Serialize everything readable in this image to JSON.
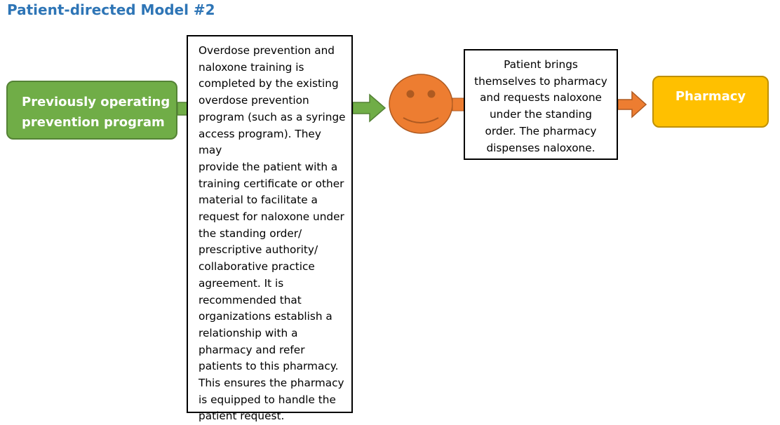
{
  "title": "Patient-directed Model #2",
  "nodes": {
    "program": {
      "label_line1": "Previously operating",
      "label_line2": "prevention program"
    },
    "training": {
      "lines": [
        "Overdose prevention and",
        "naloxone training is",
        "completed by the existing",
        "overdose prevention",
        "program (such as a syringe",
        "access program). They may",
        "provide the patient with a",
        "training certificate or other",
        "material to facilitate a",
        "request for naloxone under",
        "the standing order/",
        "prescriptive authority/",
        "collaborative practice",
        "agreement. It is",
        "recommended that",
        "organizations establish a",
        "relationship with a",
        "pharmacy and refer",
        "patients to this pharmacy.",
        "This ensures the pharmacy",
        "is equipped to handle the",
        "patient request."
      ]
    },
    "patient_action": {
      "lines": [
        "Patient brings",
        "themselves to pharmacy",
        "and requests naloxone",
        "under the standing",
        "order. The pharmacy",
        "dispenses naloxone."
      ]
    },
    "pharmacy": {
      "label": "Pharmacy"
    }
  },
  "colors": {
    "title": "#2e75b6",
    "program_fill": "#70ad47",
    "program_border": "#548235",
    "arrow_green": "#70ad47",
    "arrow_green_border": "#538135",
    "smiley_fill": "#ed7d31",
    "smiley_border": "#ae5a21",
    "arrow_orange": "#ed7d31",
    "pharmacy_fill": "#ffc000",
    "pharmacy_border": "#bf9000"
  },
  "icons": {
    "patient": "smiley-face-icon"
  }
}
